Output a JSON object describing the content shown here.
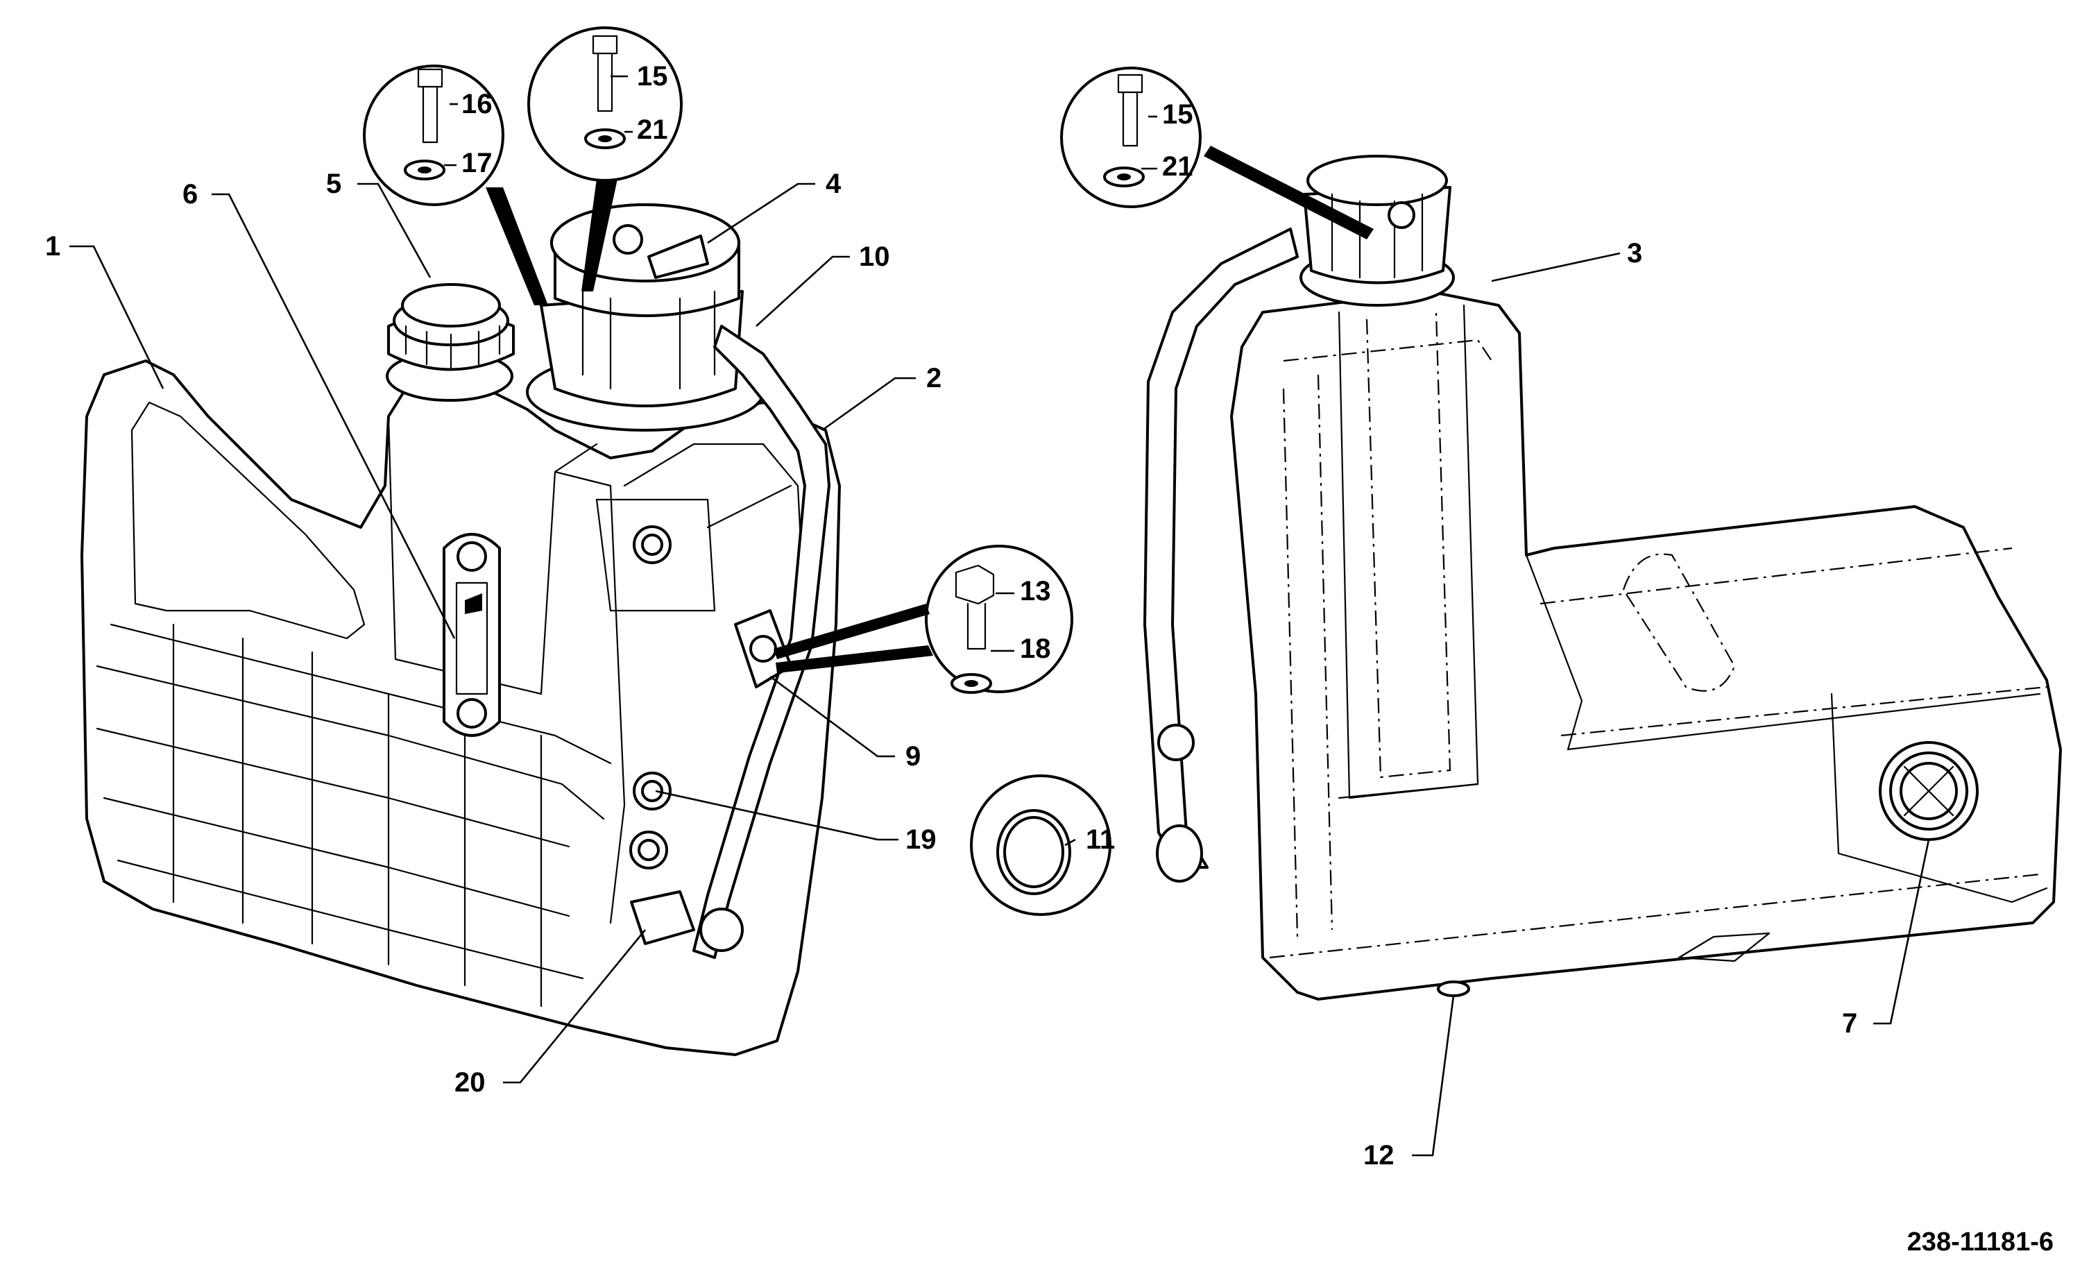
{
  "diagram": {
    "drawing_number": "238-11181-6",
    "callouts": [
      "1",
      "2",
      "3",
      "4",
      "5",
      "6",
      "7",
      "9",
      "10",
      "11",
      "12",
      "13",
      "15",
      "16",
      "17",
      "18",
      "19",
      "20",
      "21"
    ]
  }
}
